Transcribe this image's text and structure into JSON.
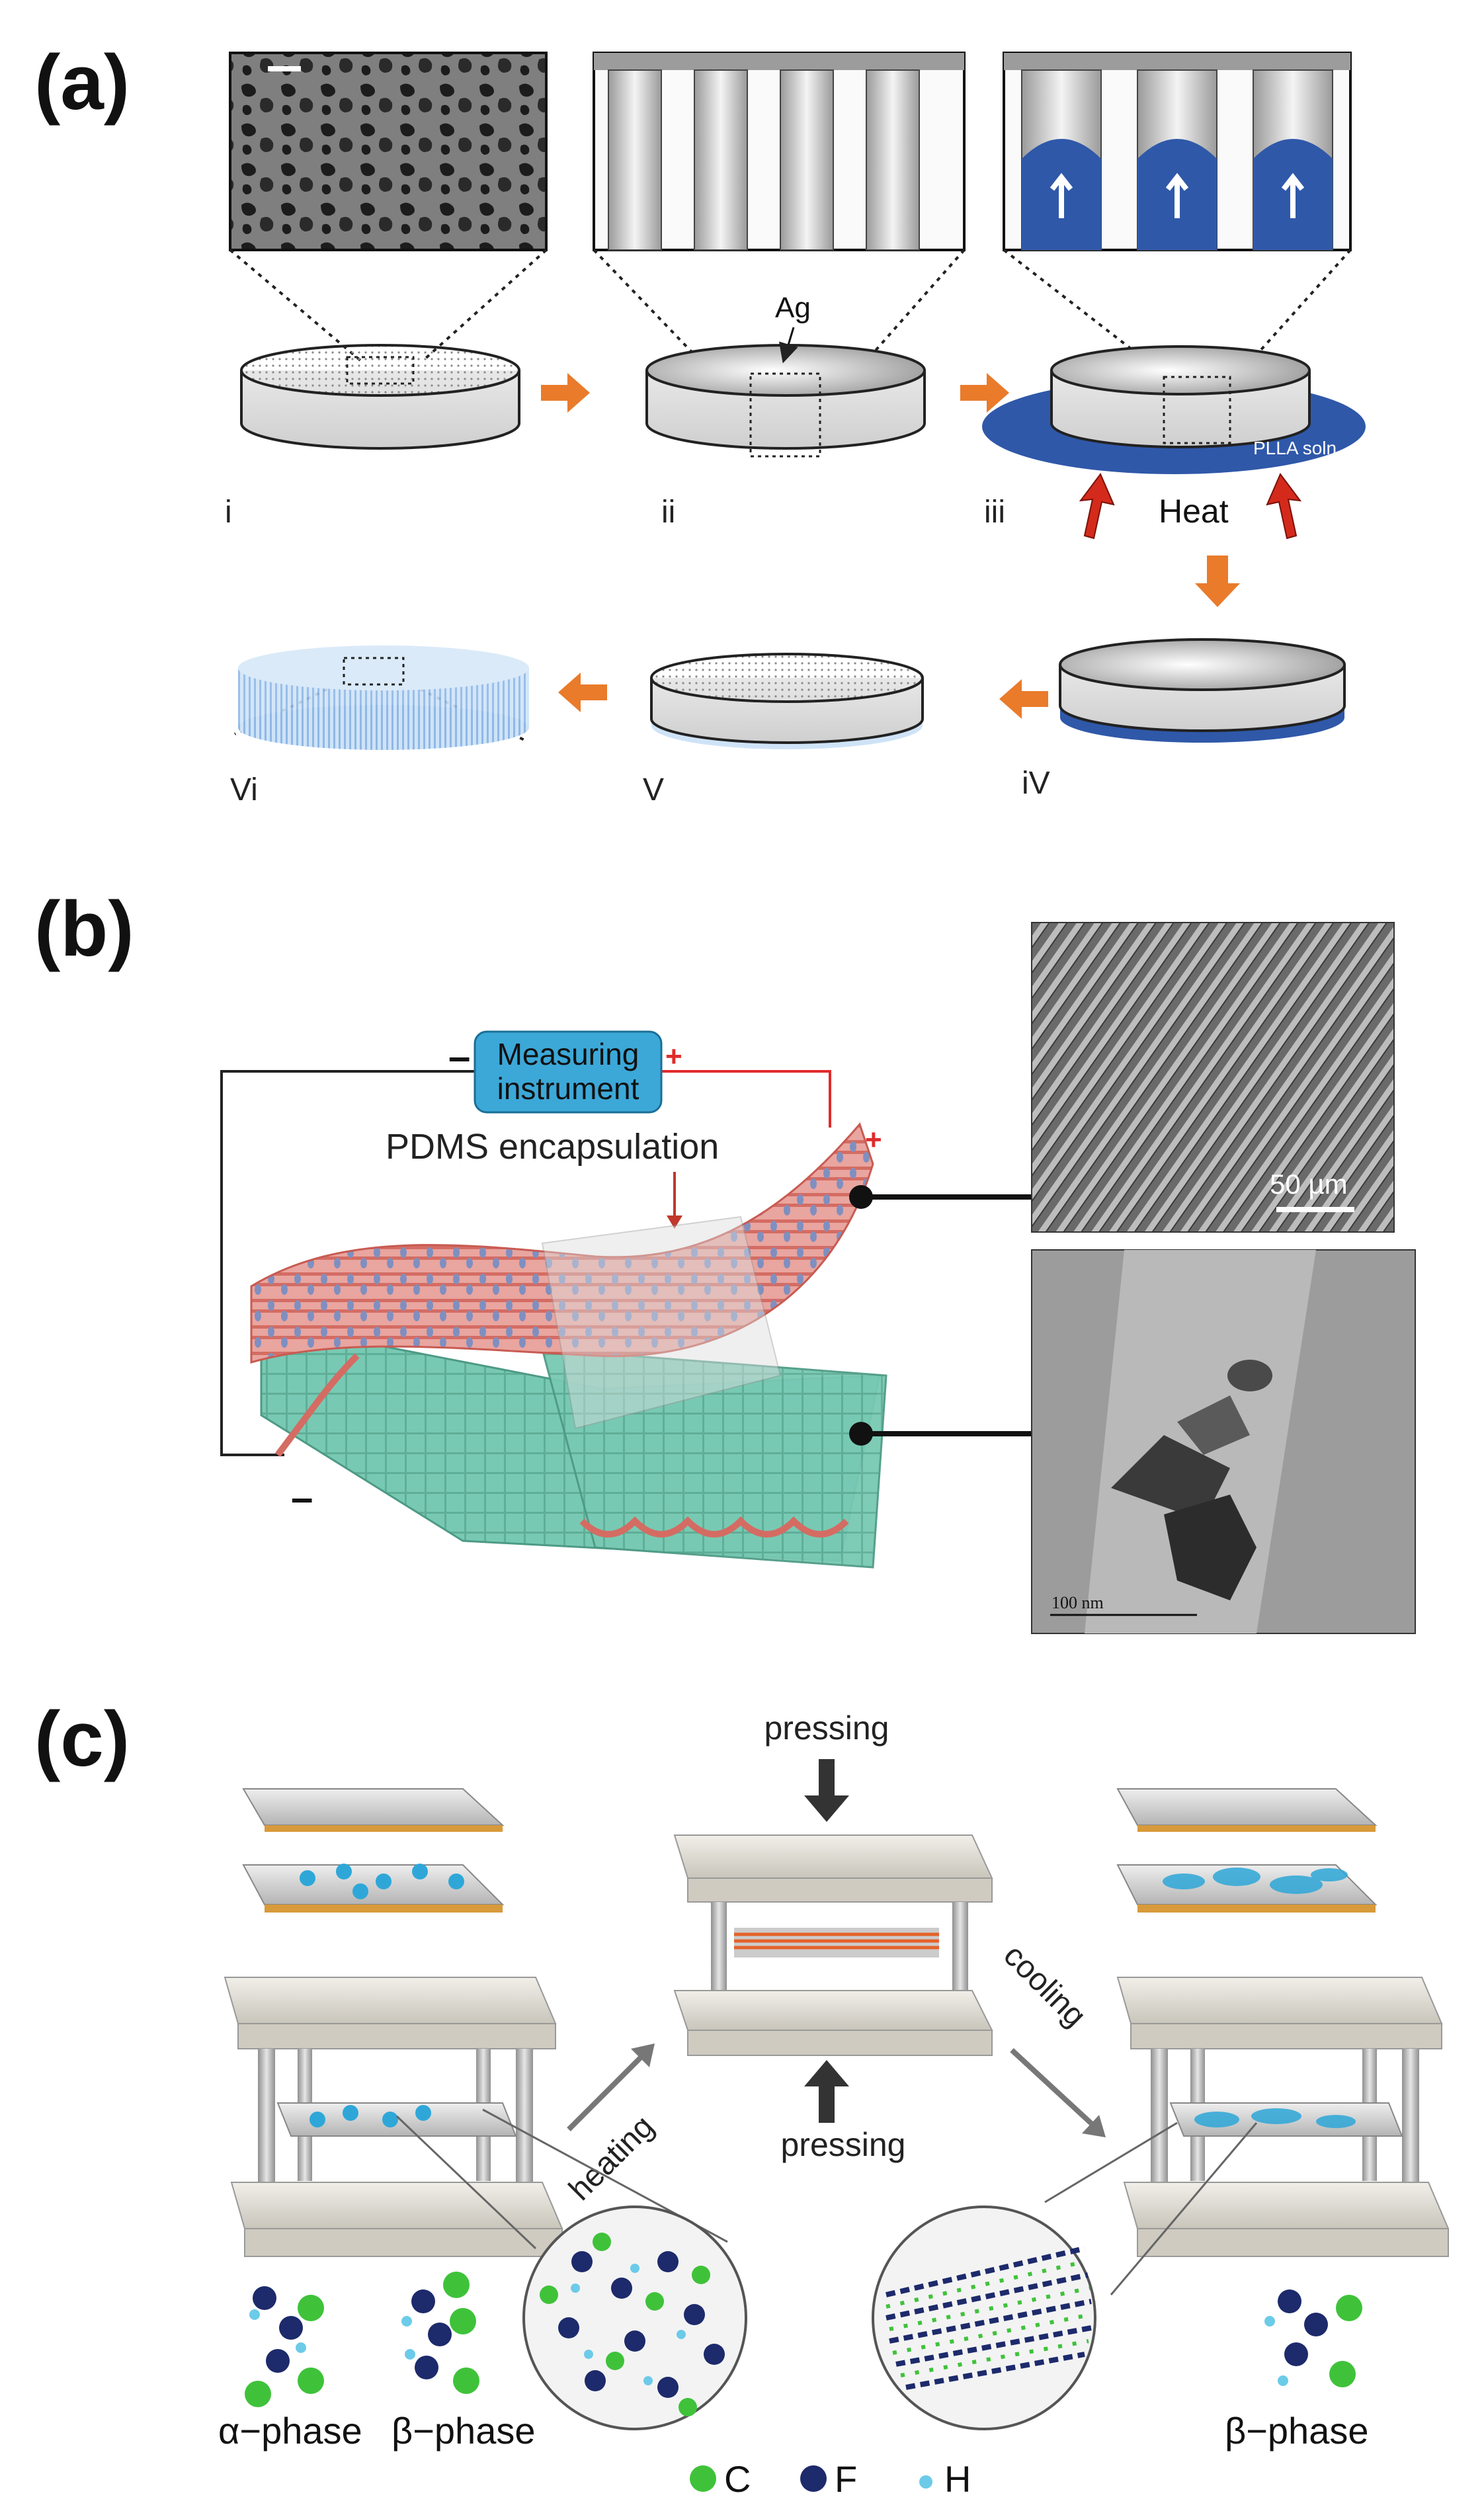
{
  "panels": {
    "a": {
      "label": "(a)",
      "annotations": {
        "ag": "Ag",
        "plla": "PLLA soln.",
        "heat": "Heat"
      },
      "steps": [
        "i",
        "ii",
        "iii",
        "iV",
        "V",
        "Vi"
      ]
    },
    "b": {
      "label": "(b)",
      "instrument_line1": "Measuring",
      "instrument_line2": "instrument",
      "plus_sign": "+",
      "minus_sign": "–",
      "encapsulation": "PDMS encapsulation",
      "sem_scale": "50 µm",
      "tem_scale": "100 nm"
    },
    "c": {
      "label": "(c)",
      "pressing_top": "pressing",
      "pressing_bottom": "pressing",
      "heating": "heating",
      "cooling": "cooling",
      "alpha_phase": "α−phase",
      "beta_phase_left": "β−phase",
      "beta_phase_right": "β−phase",
      "legend": [
        {
          "symbol": "C",
          "color": "#3fc23a"
        },
        {
          "symbol": "F",
          "color": "#1d2a6b"
        },
        {
          "symbol": "H",
          "color": "#6ccbe8"
        }
      ]
    }
  },
  "colors": {
    "arrow_orange": "#e97b2b",
    "plla_blue": "#2f58a9",
    "heat_red": "#d42a1c",
    "instrument_box": "#3ca8d8",
    "wire_red": "#e02b2b",
    "fabric_pink": "#e58a82",
    "fabric_green": "#6fc4ae"
  }
}
